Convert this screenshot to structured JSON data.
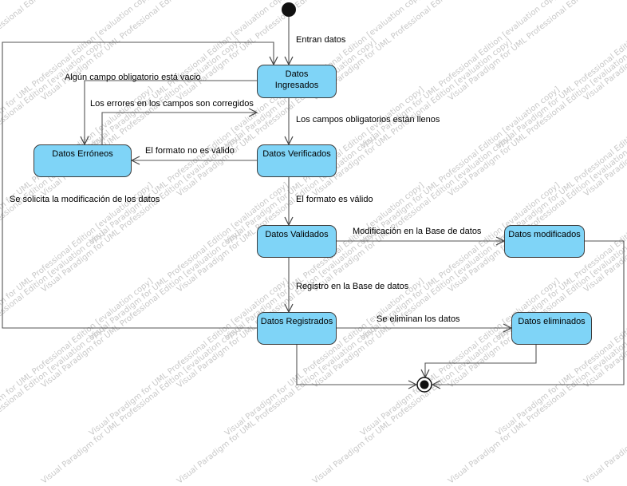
{
  "colors": {
    "state_fill": "#7fd4f7",
    "line": "#555555",
    "watermark": "#c8c8c8"
  },
  "watermark": "Visual Paradigm for UML Professional Edition [evaluation copy]",
  "states": {
    "ingresados": {
      "label": "Datos Ingresados"
    },
    "erroneos": {
      "label": "Datos Erróneos"
    },
    "verificados": {
      "label": "Datos Verificados"
    },
    "validados": {
      "label": "Datos Validados"
    },
    "modificados": {
      "label": "Datos modificados"
    },
    "registrados": {
      "label": "Datos Registrados"
    },
    "eliminados": {
      "label": "Datos eliminados"
    }
  },
  "transitions": {
    "entran": "Entran datos",
    "campo_vacio": "Algún campo obligatorio está vacio",
    "errores_corregidos": "Los errores en los campos son corregidos",
    "campos_llenos": "Los campos obligatorios están llenos",
    "formato_no_valido": "El formato no es válido",
    "solicita_modificacion": "Se solicita la modificación de los datos",
    "formato_valido": "El formato es válido",
    "modificacion_bd": "Modificación en la Base de datos",
    "registro_bd": "Registro en la Base de datos",
    "eliminan": "Se eliminan los datos"
  }
}
